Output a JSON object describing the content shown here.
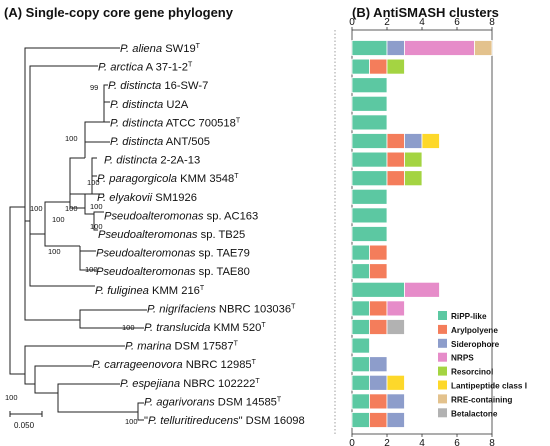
{
  "panel_a_title": "(A) Single-copy core gene phylogeny",
  "panel_b_title": "(B) AntiSMASH clusters",
  "scale_bar_label": "0.050",
  "taxa": [
    {
      "italic": "P. aliena",
      "rest": " SW19",
      "sup": "T"
    },
    {
      "italic": "P. arctica",
      "rest": " A 37-1-2",
      "sup": "T"
    },
    {
      "italic": "P. distincta",
      "rest": " 16-SW-7",
      "sup": ""
    },
    {
      "italic": "P. distincta",
      "rest": " U2A",
      "sup": ""
    },
    {
      "italic": "P. distincta",
      "rest": " ATCC 700518",
      "sup": "T"
    },
    {
      "italic": "P. distincta",
      "rest": " ANT/505",
      "sup": ""
    },
    {
      "italic": "P. distincta",
      "rest": " 2-2A-13",
      "sup": ""
    },
    {
      "italic": "P. paragorgicola",
      "rest": " KMM 3548",
      "sup": "T"
    },
    {
      "italic": "P. elyakovii",
      "rest": " SM1926",
      "sup": ""
    },
    {
      "italic": "Pseudoalteromonas",
      "rest": " sp. AC163",
      "sup": ""
    },
    {
      "italic": "Pseudoalteromonas",
      "rest": " sp. TB25",
      "sup": ""
    },
    {
      "italic": "Pseudoalteromonas",
      "rest": " sp. TAE79",
      "sup": ""
    },
    {
      "italic": "Pseudoalteromonas",
      "rest": " sp. TAE80",
      "sup": ""
    },
    {
      "italic": "P. fuliginea",
      "rest": " KMM 216",
      "sup": "T"
    },
    {
      "italic": "P. nigrifaciens",
      "rest": " NBRC 103036",
      "sup": "T"
    },
    {
      "italic": "P. translucida",
      "rest": " KMM 520",
      "sup": "T"
    },
    {
      "italic": "P. marina",
      "rest": " DSM 17587",
      "sup": "T"
    },
    {
      "italic": "P. carrageenovora",
      "rest": " NBRC 12985",
      "sup": "T"
    },
    {
      "italic": "P. espejiana",
      "rest": " NBRC 102222",
      "sup": "T"
    },
    {
      "italic": "P. agarivorans",
      "rest": " DSM 14585",
      "sup": "T"
    },
    {
      "italic": "P. telluritireducens",
      "rest": "\" DSM 16098",
      "sup": "",
      "prefix": "\""
    }
  ],
  "bootstrap_labels": [
    "99",
    "100",
    "100",
    "100",
    "100",
    "100",
    "100",
    "100",
    "100",
    "100",
    "100",
    "100",
    "100"
  ],
  "chart_data": {
    "type": "bar",
    "orientation": "horizontal",
    "stacked": true,
    "title": "(B) AntiSMASH clusters",
    "xlim": [
      0,
      8
    ],
    "xticks": [
      0,
      2,
      4,
      6,
      8
    ],
    "legend_position": "bottom-right",
    "categories": [
      "P. aliena SW19T",
      "P. arctica A 37-1-2T",
      "P. distincta 16-SW-7",
      "P. distincta U2A",
      "P. distincta ATCC 700518T",
      "P. distincta ANT/505",
      "P. distincta 2-2A-13",
      "P. paragorgicola KMM 3548T",
      "P. elyakovii SM1926",
      "Pseudoalteromonas sp. AC163",
      "Pseudoalteromonas sp. TB25",
      "Pseudoalteromonas sp. TAE79",
      "Pseudoalteromonas sp. TAE80",
      "P. fuliginea KMM 216T",
      "P. nigrifaciens NBRC 103036T",
      "P. translucida KMM 520T",
      "P. marina DSM 17587T",
      "P. carrageenovora NBRC 12985T",
      "P. espejiana NBRC 102222T",
      "P. agarivorans DSM 14585T",
      "\"P. telluritireducens\" DSM 16098"
    ],
    "series": [
      {
        "name": "RiPP-like",
        "color": "#5cc8a2",
        "values": [
          2,
          1,
          2,
          2,
          2,
          2,
          2,
          2,
          2,
          2,
          2,
          1,
          1,
          3,
          1,
          1,
          1,
          1,
          1,
          1,
          1
        ]
      },
      {
        "name": "Arylpolyene",
        "color": "#f47d5b",
        "values": [
          0,
          1,
          0,
          0,
          0,
          1,
          1,
          1,
          0,
          0,
          0,
          1,
          1,
          0,
          1,
          1,
          0,
          0,
          0,
          1,
          1
        ]
      },
      {
        "name": "Siderophore",
        "color": "#8d9dcb",
        "values": [
          1,
          0,
          0,
          0,
          0,
          1,
          0,
          0,
          0,
          0,
          0,
          0,
          0,
          0,
          0,
          0,
          0,
          1,
          1,
          1,
          1
        ]
      },
      {
        "name": "NRPS",
        "color": "#e68cc9",
        "values": [
          4,
          0,
          0,
          0,
          0,
          0,
          0,
          0,
          0,
          0,
          0,
          0,
          0,
          2,
          1,
          0,
          0,
          0,
          0,
          0,
          0
        ]
      },
      {
        "name": "Resorcinol",
        "color": "#a4d442",
        "values": [
          0,
          1,
          0,
          0,
          0,
          0,
          1,
          1,
          0,
          0,
          0,
          0,
          0,
          0,
          0,
          0,
          0,
          0,
          0,
          0,
          0
        ]
      },
      {
        "name": "Lantipeptide class I",
        "color": "#fdd82a",
        "values": [
          0,
          0,
          0,
          0,
          0,
          1,
          0,
          0,
          0,
          0,
          0,
          0,
          0,
          0,
          0,
          0,
          0,
          0,
          1,
          0,
          0
        ]
      },
      {
        "name": "RRE-containing",
        "color": "#e3c28d",
        "values": [
          1,
          0,
          0,
          0,
          0,
          0,
          0,
          0,
          0,
          0,
          0,
          0,
          0,
          0,
          0,
          0,
          0,
          0,
          0,
          0,
          0
        ]
      },
      {
        "name": "Betalactone",
        "color": "#b2b2b2",
        "values": [
          0,
          0,
          0,
          0,
          0,
          0,
          0,
          0,
          0,
          0,
          0,
          0,
          0,
          0,
          0,
          1,
          0,
          0,
          0,
          0,
          0
        ]
      }
    ]
  }
}
